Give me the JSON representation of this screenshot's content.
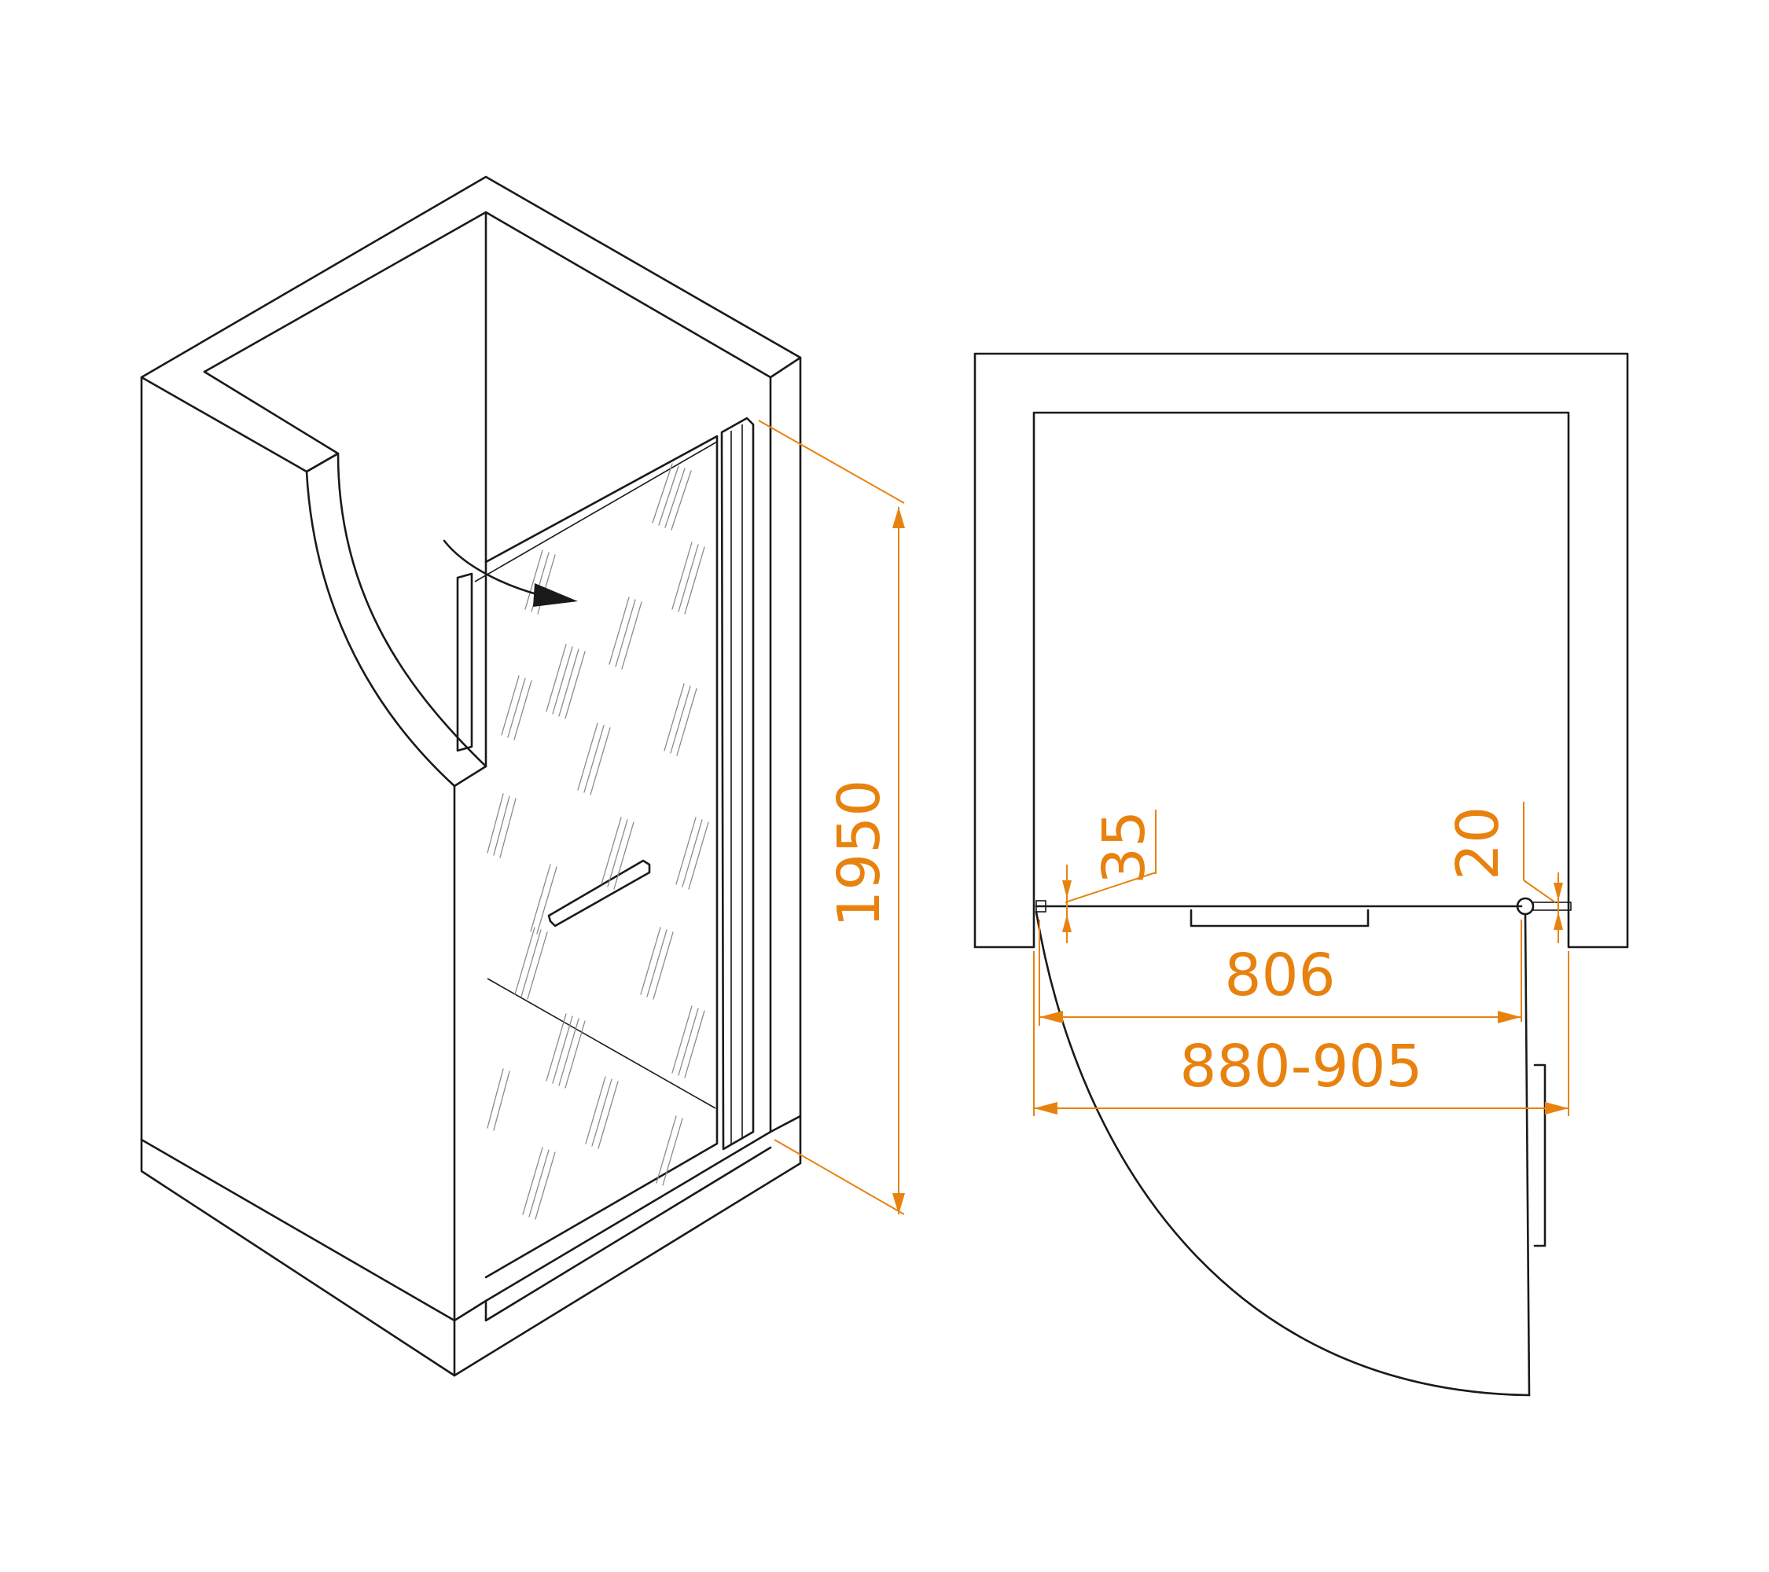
{
  "colors": {
    "line": "#1a1a1a",
    "dimension": "#e8820f",
    "background": "#ffffff"
  },
  "icons": {
    "door_swing": "curved-arrow-icon"
  },
  "dimensions": {
    "height": "1950",
    "left_gap": "35",
    "right_gap": "20",
    "door_width": "806",
    "install_range": "880-905"
  }
}
